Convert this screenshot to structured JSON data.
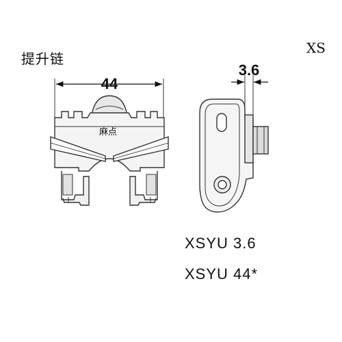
{
  "header": {
    "title": "提升链",
    "brand": "XS"
  },
  "drawing": {
    "front_view": {
      "width_dimension": "44",
      "label": "麻点"
    },
    "side_view": {
      "thickness_dimension": "3.6"
    }
  },
  "specs": {
    "line1": "XSYU  3.6",
    "line2": "XSYU  44*"
  },
  "colors": {
    "stroke": "#333333",
    "fill_light": "#f2f2f2",
    "fill_mid": "#d9d9d9",
    "text": "#111111"
  }
}
